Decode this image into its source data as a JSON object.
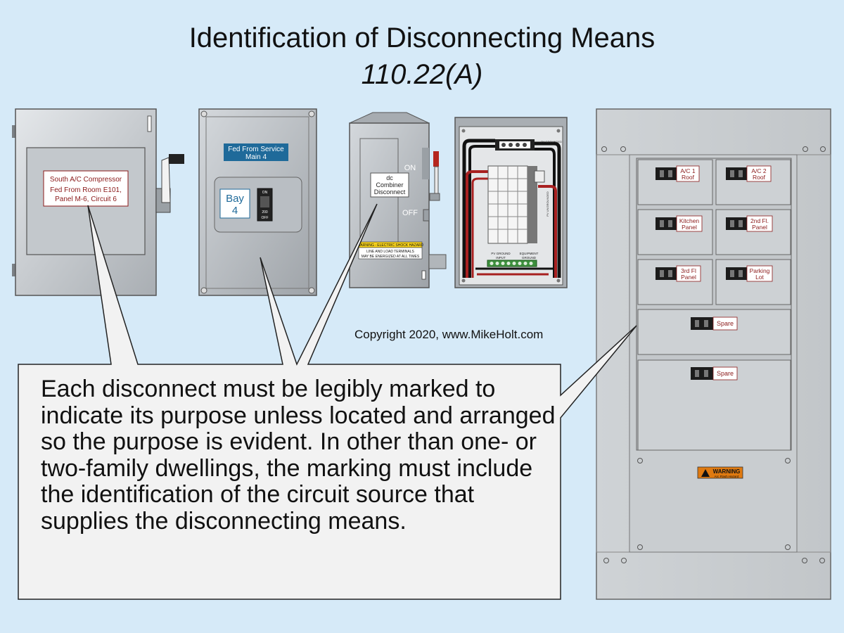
{
  "title": {
    "line1": "Identification of Disconnecting Means",
    "line2": "110.22(A)"
  },
  "copyright": "Copyright 2020, www.MikeHolt.com",
  "callout": "Each disconnect must be legibly marked to indicate its purpose unless located and arranged so the purpose is evident. In other than one- or two-family dwellings, the marking must include the identification of the circuit source that supplies the disconnecting means.",
  "disconnect1": {
    "label_line1": "South A/C Compressor",
    "label_line2": "Fed From Room E101,",
    "label_line3": "Panel M-6, Circuit 6"
  },
  "disconnect2": {
    "label_line1": "Fed From Service",
    "label_line2": "Main 4",
    "bay_line1": "Bay",
    "bay_line2": "4",
    "breaker_on": "ON",
    "breaker_rating": "200",
    "breaker_off": "OFF"
  },
  "combiner": {
    "label_line1": "dc",
    "label_line2": "Combiner",
    "label_line3": "Disconnect",
    "on_text": "ON",
    "off_text": "OFF",
    "warning_line1": "WARNING - ELECTRIC SHOCK HAZARD",
    "warning_line2": "LINE AND LOAD TERMINALS",
    "warning_line3": "MAY BE ENERGIZED AT ALL TIMES",
    "pv_grounded": "PV GROUNDED",
    "pv_ungrounded": "PV UNGROUNDED",
    "pv_ground_input_1": "PV GROUND",
    "pv_ground_input_2": "INPUT",
    "equipment_ground_1": "EQUIPMENT",
    "equipment_ground_2": "GROUND"
  },
  "panel": {
    "breakers": [
      {
        "line1": "A/C 1",
        "line2": "Roof"
      },
      {
        "line1": "A/C 2",
        "line2": "Roof"
      },
      {
        "line1": "Kitchen",
        "line2": "Panel"
      },
      {
        "line1": "2nd Fl.",
        "line2": "Panel"
      },
      {
        "line1": "3rd Fl",
        "line2": "Panel"
      },
      {
        "line1": "Parking",
        "line2": "Lot"
      }
    ],
    "spare1": "Spare",
    "spare2": "Spare",
    "warning_title": "WARNING",
    "warning_sub": "Arc Flash Hazard"
  },
  "colors": {
    "background": "#d6eaf8",
    "enclosure": "#c8cdd2",
    "label_red": "#8b1a1a",
    "label_blue": "#1f6a9a",
    "wire_red": "#a82020",
    "warning_orange": "#e07a10"
  }
}
